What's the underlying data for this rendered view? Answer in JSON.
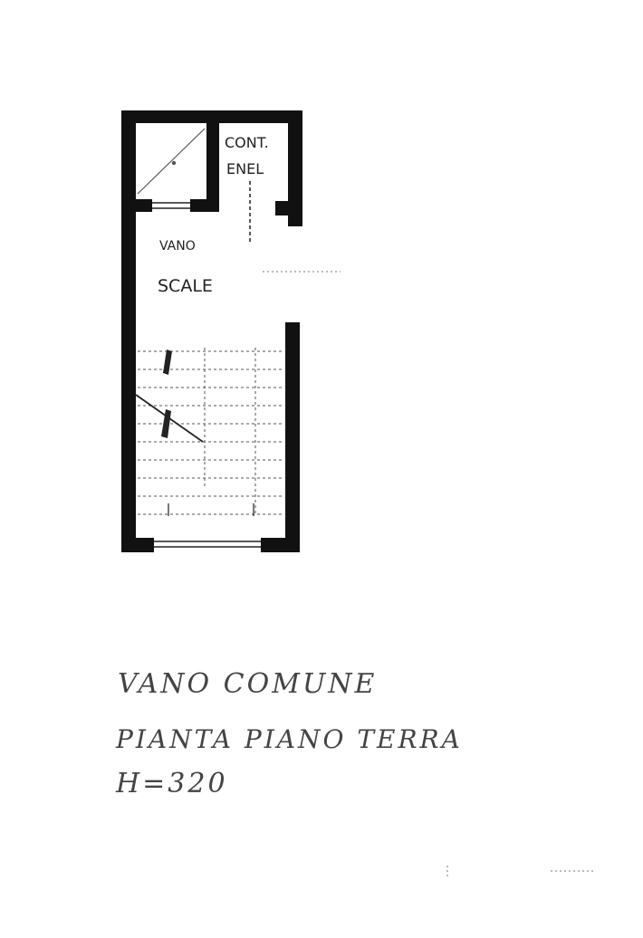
{
  "plan": {
    "room_labels": {
      "meter_box_line1": "CONT.",
      "meter_box_line2": "ENEL",
      "stair_well_line1": "VANO",
      "stair_well_line2": "SCALE"
    }
  },
  "notes": {
    "line1": "VANO COMUNE",
    "line2": "PIANTA PIANO TERRA",
    "line3": "H=320"
  },
  "colors": {
    "wall": "#111111",
    "ink": "#222222",
    "faint_ink": "#555555"
  }
}
